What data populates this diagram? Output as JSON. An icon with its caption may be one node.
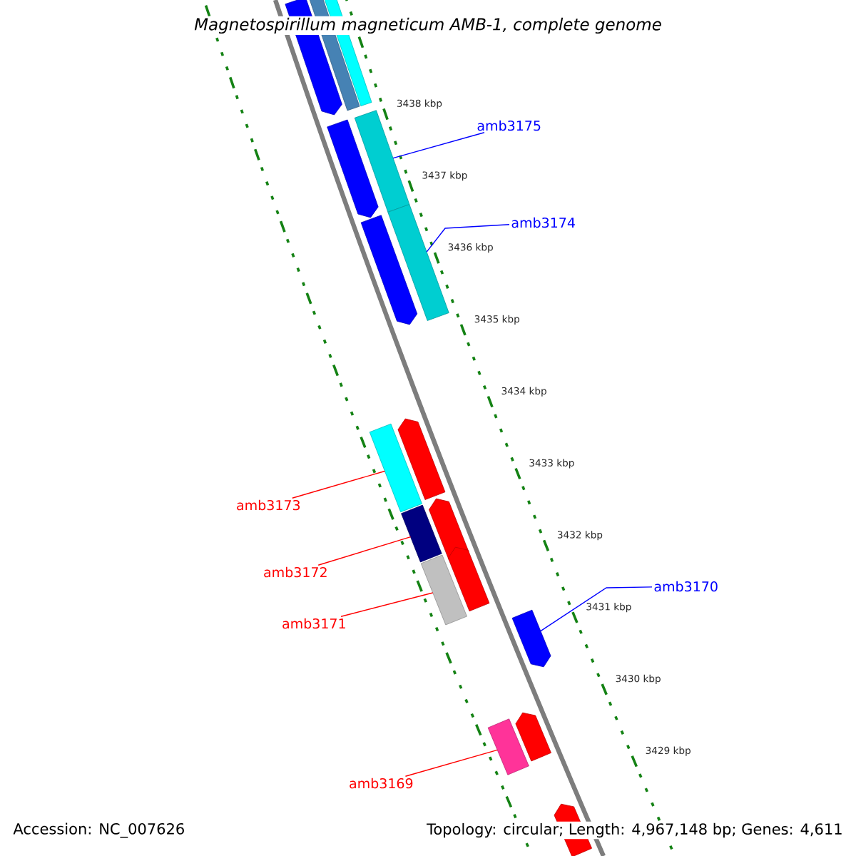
{
  "diagram": {
    "title": "Magnetospirillum magneticum AMB-1, complete genome",
    "nodes": [
      {
        "text": [],
        "shape": "arrow"
      },
      {
        "text": [],
        "shape": "box"
      },
      {
        "text": [],
        "shape": "box"
      },
      {
        "text": [],
        "shape": "arrow"
      },
      {
        "text": [],
        "shape": "box"
      },
      {
        "text": [
          "amb3175"
        ]
      },
      {
        "text": [],
        "shape": "arrow"
      },
      {
        "text": [],
        "shape": "box"
      },
      {
        "text": [
          "amb3174"
        ]
      },
      {
        "text": [],
        "shape": "arrow"
      },
      {
        "text": [],
        "shape": "box"
      },
      {
        "text": [
          "amb3173"
        ]
      },
      {
        "text": [],
        "shape": "box"
      },
      {
        "text": [],
        "shape": "arrow"
      },
      {
        "text": [
          "amb3172"
        ]
      },
      {
        "text": [],
        "shape": "box"
      },
      {
        "text": [],
        "shape": "arrow"
      },
      {
        "text": [
          "amb3171"
        ]
      },
      {
        "text": [
          "amb3170"
        ]
      },
      {
        "text": [],
        "shape": "arrow"
      },
      {
        "text": [],
        "shape": "arrow"
      },
      {
        "text": [],
        "shape": "box"
      },
      {
        "text": [
          "amb3169"
        ]
      },
      {
        "text": [],
        "shape": "arrow"
      }
    ],
    "edges": [
      {
        "from": 5,
        "to": 4,
        "arrow": "none",
        "color": "#0000ff"
      },
      {
        "from": 8,
        "to": 7,
        "arrow": "none",
        "color": "#0000ff"
      },
      {
        "from": 11,
        "to": 10,
        "arrow": "none"
      },
      {
        "from": 14,
        "to": 12,
        "arrow": "none"
      },
      {
        "from": 17,
        "to": 15,
        "arrow": "none"
      },
      {
        "from": 18,
        "to": 19,
        "arrow": "none",
        "color": "#0000ff"
      },
      {
        "from": 22,
        "to": 21,
        "arrow": "none"
      }
    ],
    "labels": [
      "3438 kbp",
      "3437 kbp",
      "3436 kbp",
      "3435 kbp",
      "3434 kbp",
      "3433 kbp",
      "3432 kbp",
      "3431 kbp",
      "3430 kbp",
      "3429 kbp",
      "Accession: NC_007626",
      "Topology: circular; Length: 4,967,148 bp; Genes: 4,611"
    ]
  }
}
